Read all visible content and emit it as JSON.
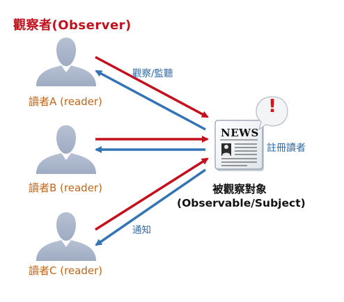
{
  "title": "觀察者(Observer)",
  "readers": [
    {
      "label": "讀者A (reader)"
    },
    {
      "label": "讀者B (reader)"
    },
    {
      "label": "讀者C (reader)"
    }
  ],
  "arrows": {
    "observe_label": "觀察/監聽",
    "notify_label": "通知"
  },
  "subject": {
    "line1": "被觀察對象",
    "line2": "(Observable/Subject)",
    "register_label": "註冊讀者",
    "newspaper_word": "NEWS",
    "alert_mark": "!"
  },
  "colors": {
    "observe_arrow": "#c40f1c",
    "notify_arrow": "#3474b5",
    "person": "#a9b5cb",
    "title": "#c0111d",
    "reader_label": "#c0651a",
    "arrow_label": "#2e6aa8"
  }
}
